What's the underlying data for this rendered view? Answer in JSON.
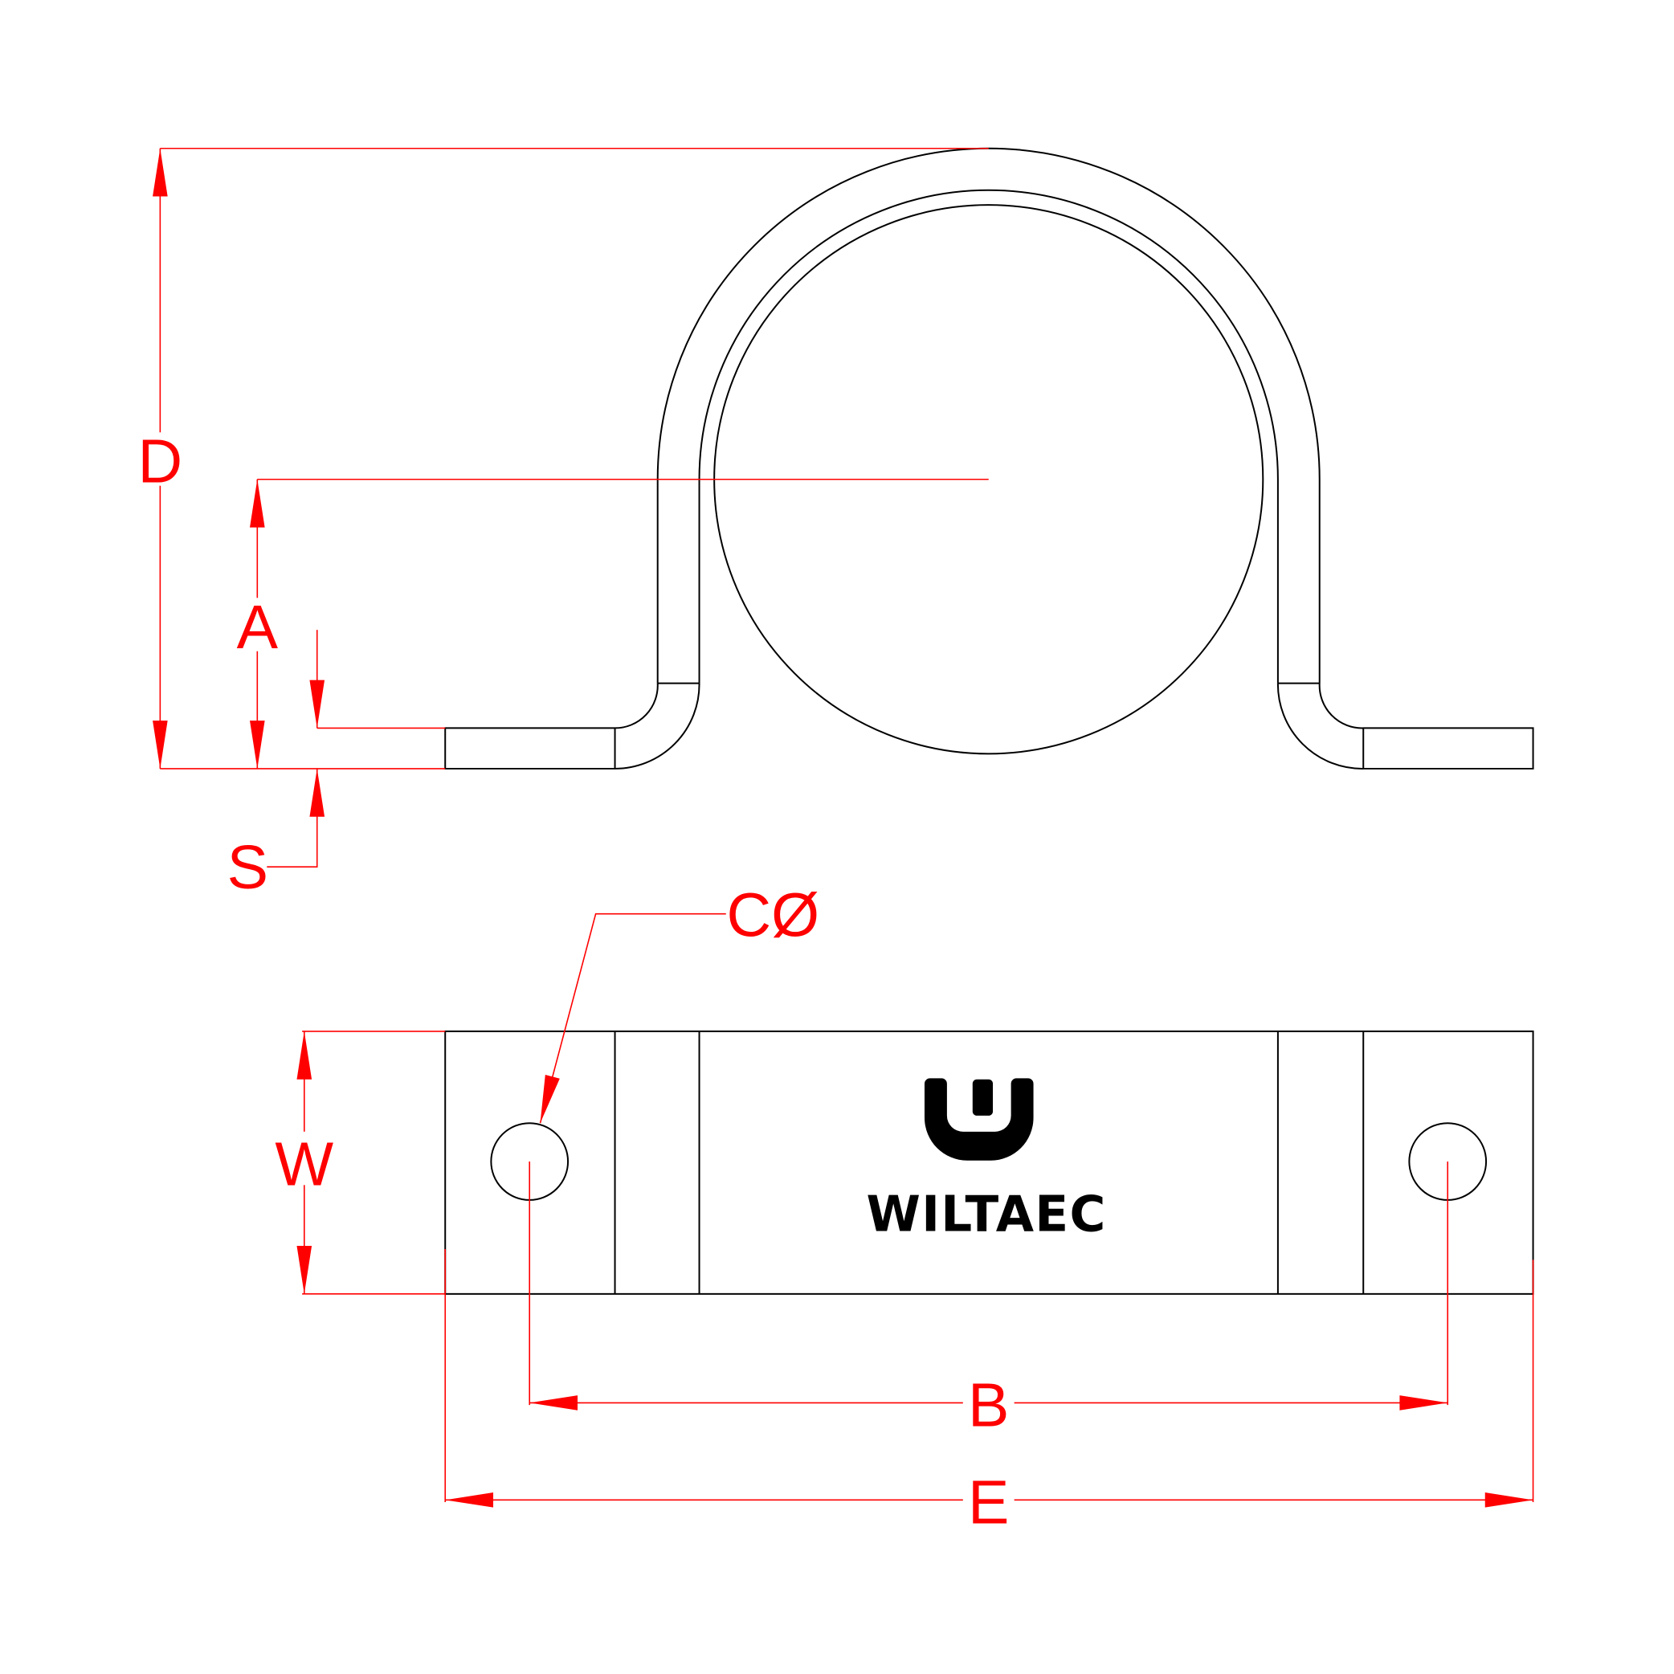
{
  "drawing": {
    "labels": {
      "D": "D",
      "A": "A",
      "S": "S",
      "C": "CØ",
      "W": "W",
      "B": "B",
      "E": "E"
    },
    "brand": "WILTAEC",
    "colors": {
      "dimension": "#ff0000",
      "outline": "#000000"
    }
  }
}
